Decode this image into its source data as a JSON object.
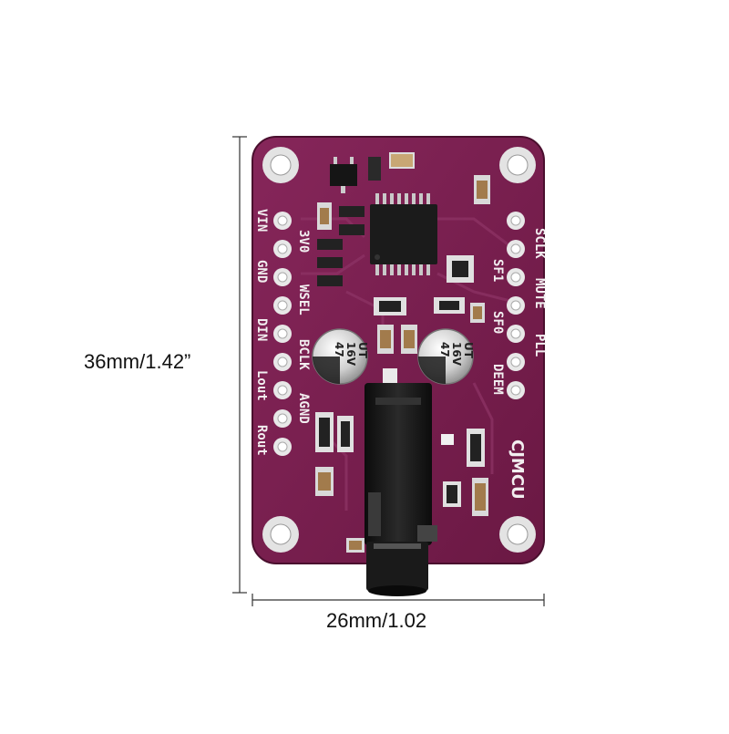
{
  "dimensions": {
    "height_label": "36mm/1.42”",
    "width_label": "26mm/1.02"
  },
  "board": {
    "brand": "CJMCU",
    "left_pins": [
      "VIN",
      "GND",
      "DIN",
      "Lout",
      "Rout"
    ],
    "left_inner_pins": [
      "3V0",
      "WSEL",
      "BCLK",
      "AGND"
    ],
    "right_pins": [
      "SCLK",
      "MUTE",
      "PLL"
    ],
    "right_inner_pins": [
      "SF1",
      "SF0",
      "DEEM"
    ],
    "capacitor_left": {
      "value": "47",
      "voltage": "16V",
      "series": "UT"
    },
    "capacitor_right": {
      "value": "47",
      "voltage": "16V",
      "series": "UT"
    },
    "colors": {
      "pcb": "#7a1f4f",
      "pcb_dark": "#5e1339",
      "silkscreen": "#f2eef0",
      "pad": "#e6e6e6",
      "jack": "#151515"
    }
  }
}
